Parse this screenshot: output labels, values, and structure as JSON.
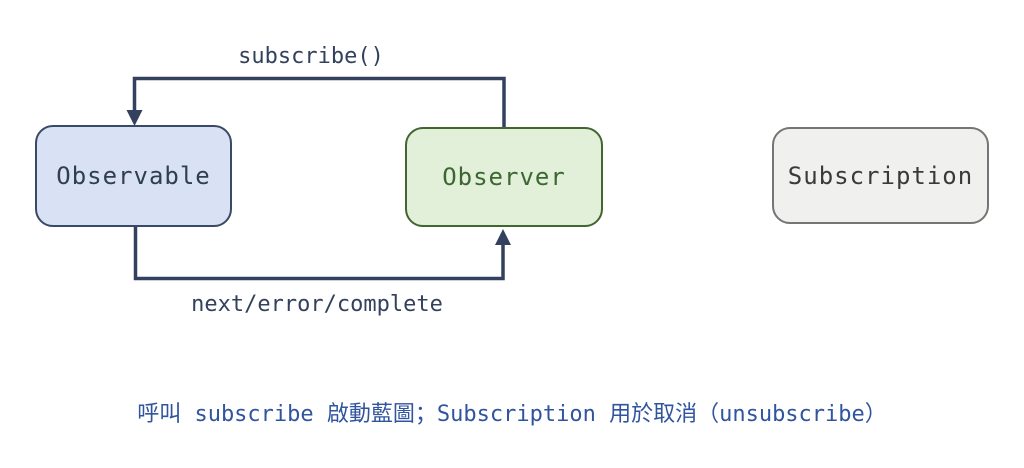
{
  "diagram": {
    "title": "RxJS subscribe flow diagram",
    "arrow_color": "#33415e",
    "nodes": [
      {
        "id": "observable",
        "label": "Observable",
        "fill": "#d9e2f4",
        "border": "#3a4a66",
        "text_color": "#2f3e53"
      },
      {
        "id": "observer",
        "label": "Observer",
        "fill": "#e2efd9",
        "border": "#41672f",
        "text_color": "#3c6632"
      },
      {
        "id": "subscription",
        "label": "Subscription",
        "fill": "#f0f0ee",
        "border": "#757575",
        "text_color": "#3a3a3a"
      }
    ],
    "edges": [
      {
        "from": "observer",
        "to": "observable",
        "label": "subscribe()"
      },
      {
        "from": "observable",
        "to": "observer",
        "label": "next/error/complete"
      }
    ]
  },
  "caption": {
    "text": "呼叫 subscribe 啟動藍圖；Subscription 用於取消（unsubscribe）",
    "color": "#30549e"
  }
}
